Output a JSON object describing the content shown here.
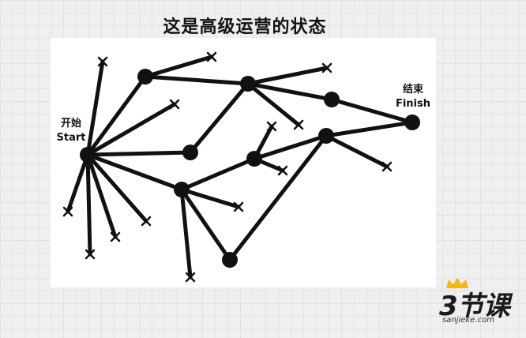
{
  "slide": {
    "title": "这是高级运营的状态"
  },
  "diagram": {
    "start_label_cn": "开始",
    "start_label_en": "Start",
    "finish_label_cn": "结束",
    "finish_label_en": "Finish"
  },
  "logo": {
    "wordmark": "3节课",
    "url": "sanjieke.com",
    "accent_color": "#f5b80c"
  },
  "colors": {
    "background": "#efefef",
    "canvas": "#ffffff",
    "ink": "#111111"
  }
}
